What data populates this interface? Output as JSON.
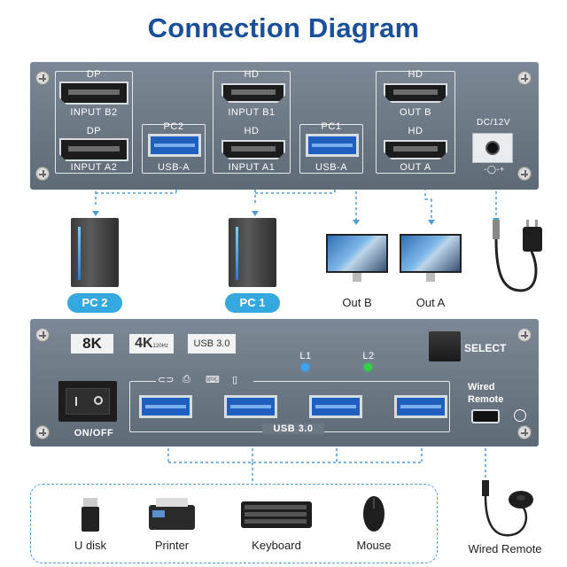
{
  "title": "Connection Diagram",
  "rear_panel": {
    "dp_label": "DP",
    "hd_label": "HD",
    "input_b2": "INPUT B2",
    "input_a2": "INPUT A2",
    "input_b1": "INPUT B1",
    "input_a1": "INPUT A1",
    "pc2": "PC2",
    "pc1": "PC1",
    "usb_a": "USB-A",
    "out_b": "OUT B",
    "out_a": "OUT A",
    "dc": "DC/12V",
    "polarity": "-◯-+"
  },
  "devices": {
    "pc2": "PC 2",
    "pc1": "PC 1",
    "out_b": "Out B",
    "out_a": "Out A"
  },
  "front_panel": {
    "badge_8k": "8K",
    "badge_4k": "4K",
    "badge_4k_sub": "120Hz",
    "badge_usb": "USB 3.0",
    "l1": "L1",
    "l2": "L2",
    "select": "SELECT",
    "onoff": "ON/OFF",
    "usb30": "USB 3.0",
    "wired_remote": "Wired\nRemote"
  },
  "peripherals": [
    "U disk",
    "Printer",
    "Keyboard",
    "Mouse"
  ],
  "remote_caption": "Wired Remote",
  "colors": {
    "title": "#1a4f9c",
    "accent": "#35a8e0",
    "led_l1": "#3ba4f2",
    "led_l2": "#33d14a",
    "usb_port": "#1f5fbf"
  }
}
